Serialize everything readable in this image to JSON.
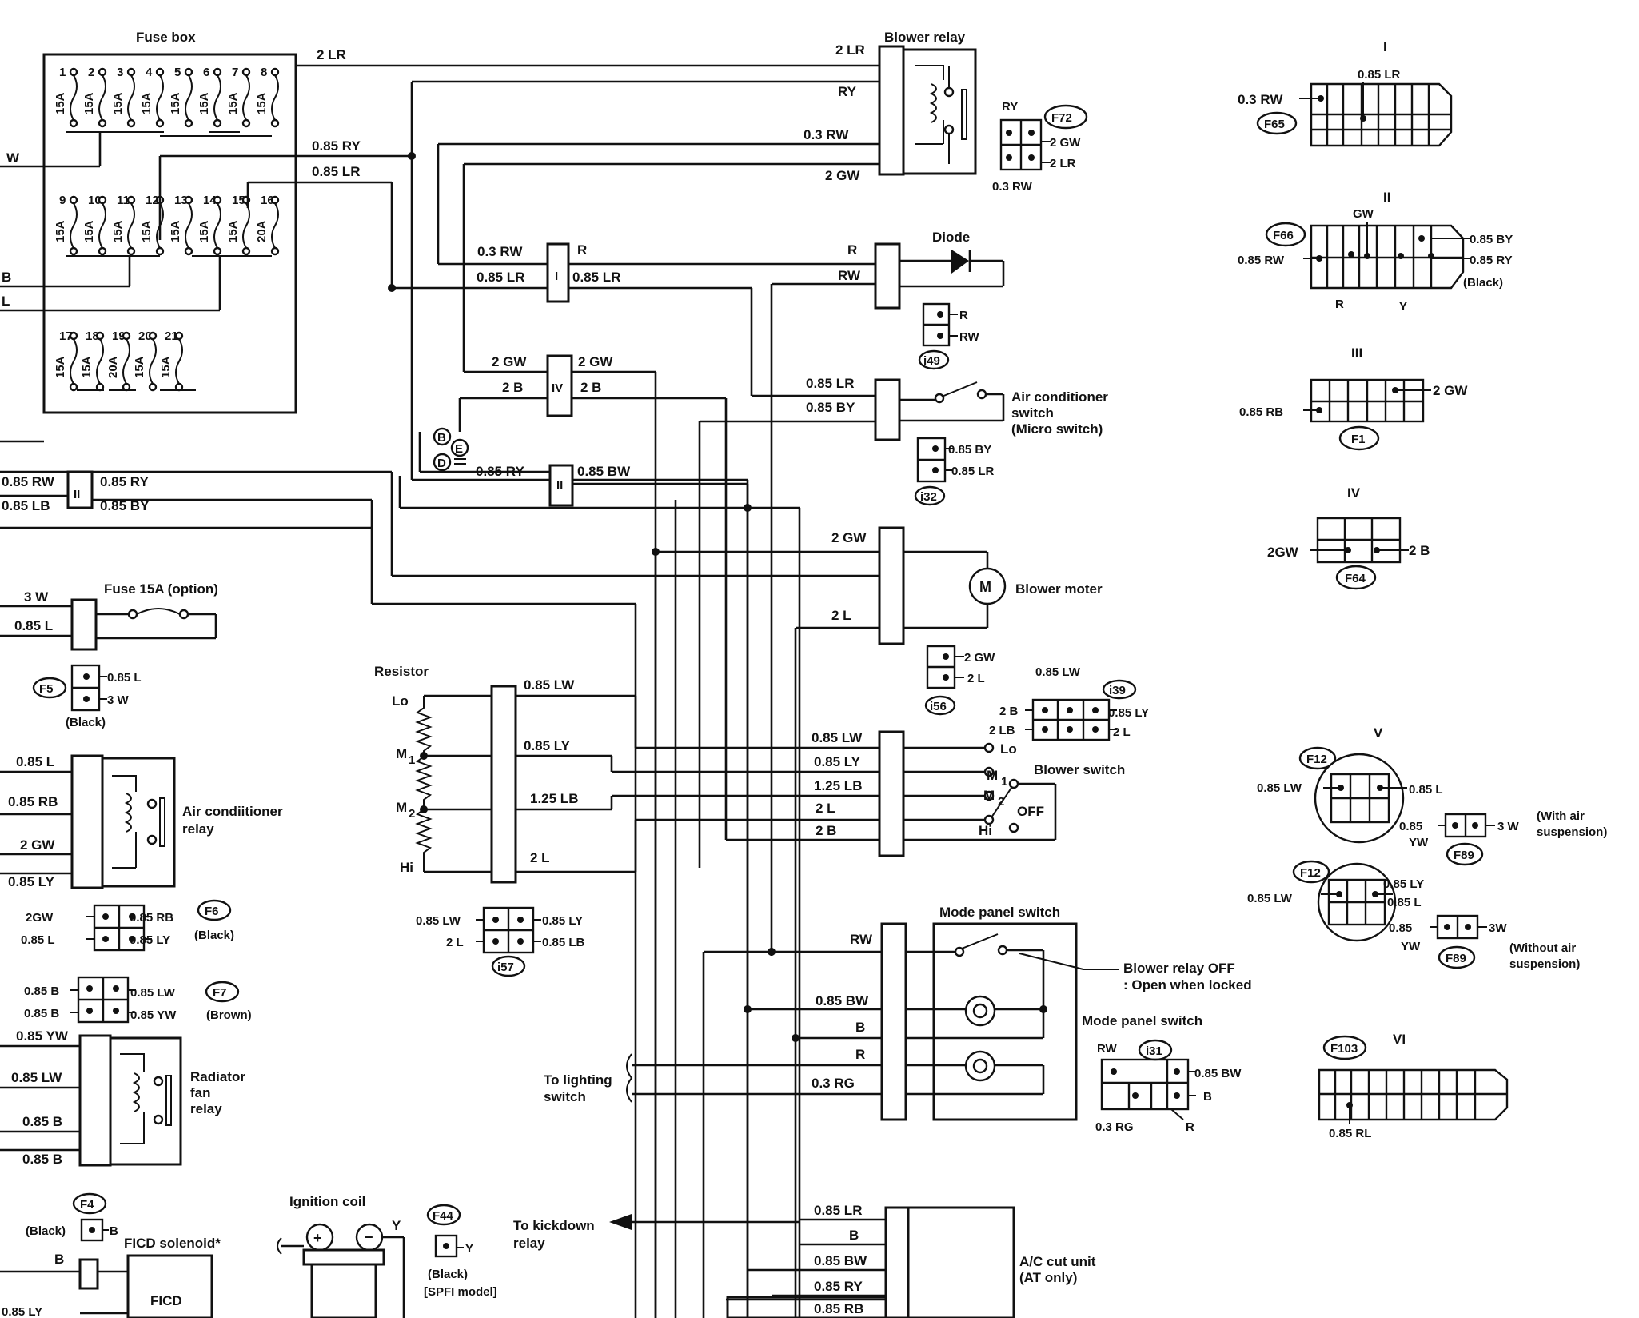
{
  "components": {
    "fuse_box": "Fuse box",
    "blower_relay": "Blower relay",
    "diode": "Diode",
    "ac_switch": [
      "Air conditioner",
      "switch",
      "(Micro switch)"
    ],
    "blower_motor": "Blower moter",
    "resistor": "Resistor",
    "blower_switch": "Blower switch",
    "mode_panel_switch": "Mode panel switch",
    "mode_panel_switch_2": "Mode panel switch",
    "blower_relay_note": [
      "Blower relay OFF",
      ": Open when locked"
    ],
    "fuse_option": "Fuse 15A (option)",
    "ac_relay": [
      "Air condiitioner",
      "relay"
    ],
    "radiator_fan_relay": [
      "Radiator",
      "fan",
      "relay"
    ],
    "ignition_coil": "Ignition coil",
    "ficd_solenoid": "FICD solenoid*",
    "ficd": "FICD",
    "to_kickdown": [
      "To kickdown",
      "relay"
    ],
    "to_lighting": [
      "To lighting",
      "switch"
    ],
    "ac_cut_unit": [
      "A/C cut unit",
      "(AT only)"
    ],
    "black": "(Black)",
    "brown": "(Brown)",
    "spfi": "[SPFI model]",
    "with_air": [
      "(With air",
      "suspension)"
    ],
    "without_air": [
      "(Without air",
      "suspension)"
    ]
  },
  "fuses": [
    {
      "n": "1",
      "a": "15A"
    },
    {
      "n": "2",
      "a": "15A"
    },
    {
      "n": "3",
      "a": "15A"
    },
    {
      "n": "4",
      "a": "15A"
    },
    {
      "n": "5",
      "a": "15A"
    },
    {
      "n": "6",
      "a": "15A"
    },
    {
      "n": "7",
      "a": "15A"
    },
    {
      "n": "8",
      "a": "15A"
    },
    {
      "n": "9",
      "a": "15A"
    },
    {
      "n": "10",
      "a": "15A"
    },
    {
      "n": "11",
      "a": "15A"
    },
    {
      "n": "12",
      "a": "15A"
    },
    {
      "n": "13",
      "a": "15A"
    },
    {
      "n": "14",
      "a": "15A"
    },
    {
      "n": "15",
      "a": "15A"
    },
    {
      "n": "16",
      "a": "20A"
    },
    {
      "n": "17",
      "a": "15A"
    },
    {
      "n": "18",
      "a": "15A"
    },
    {
      "n": "19",
      "a": "20A"
    },
    {
      "n": "20",
      "a": "15A"
    },
    {
      "n": "21",
      "a": "15A"
    }
  ],
  "wire_labels": {
    "lr2_top": "2  LR",
    "lr2_relay": "2  LR",
    "ry_relay": "RY",
    "rw03_relay": "0.3  RW",
    "gw2_relay": "2  GW",
    "ry085_fb": "0.85  RY",
    "lr085_fb": "0.85  LR",
    "w_left": "W",
    "b_left": "B",
    "l_left": "L",
    "rw03_j1": "0.3  RW",
    "r_j1": "R",
    "lr085_j1a": "0.85  LR",
    "lr085_j1b": "0.85  LR",
    "r_diode": "R",
    "rw_diode": "RW",
    "gw2_j4a": "2  GW",
    "gw2_j4b": "2  GW",
    "b2_j4a": "2  B",
    "b2_j4b": "2  B",
    "lr085_acs": "0.85 LR",
    "by085_acs": "0.85 BY",
    "ry085_j2": "0.85  RY",
    "bw085_j2": "0.85  BW",
    "rw085_left": "0.85 RW",
    "ry085_left": "0.85 RY",
    "lb085_left": "0.85  LB",
    "by085_left": "0.85 BY",
    "gw2_motor": "2  GW",
    "l2_motor": "2  L",
    "w3_fuse": "3 W",
    "l085_fuse": "0.85 L",
    "lw085_res": "0.85  LW",
    "ly085_res": "0.85  LY",
    "lb125_res": "1.25 LB",
    "l2_res": "2  L",
    "lw085_bs": "0.85 LW",
    "ly085_bs": "0.85 LY",
    "lb125_bs": "1.25 LB",
    "l2_bs": "2  L",
    "b2_bs": "2  B",
    "rw_mps": "RW",
    "bw085_mps": "0.85 BW",
    "b_mps": "B",
    "r_mps": "R",
    "rg03_mps": "0.3 RG",
    "lr085_cut": "0.85 LR",
    "b_cut": "B",
    "bw085_cut": "0.85 BW",
    "ry085_cut": "0.85 RY",
    "rb085_cut": "0.85 RB",
    "l085_acr": "0.85 L",
    "rb085_acr": "0.85  RB",
    "gw2_acr": "2  GW",
    "ly085_acr": "0.85 LY",
    "yw085_rad": "0.85 YW",
    "lw085_rad": "0.85 LW",
    "b085_rad1": "0.85 B",
    "b085_rad2": "0.85 B",
    "y_coil": "Y",
    "b_ficd": "B",
    "ly085_bottom": "0.85 LY"
  },
  "junctions": {
    "j1": "I",
    "j2": "II",
    "j4": "IV",
    "j2left": "II"
  },
  "resistor_taps": {
    "lo": "Lo",
    "m1": "M",
    "m2": "M",
    "hi": "Hi",
    "sub1": "1",
    "sub2": "2"
  },
  "blower_switch_pos": {
    "lo": "Lo",
    "m1": "M",
    "m2": "M",
    "hi": "Hi",
    "off": "OFF",
    "sub1": "1",
    "sub2": "2"
  },
  "connectors": {
    "F72": {
      "id": "F72",
      "ry": "RY",
      "gw": "2 GW",
      "lr": "2 LR",
      "rw": "0.3  RW"
    },
    "i49": {
      "id": "i49",
      "r": "R",
      "rw": "RW"
    },
    "i32": {
      "id": "i32",
      "by": "0.85 BY",
      "lr": "0.85 LR"
    },
    "i56": {
      "id": "i56",
      "gw": "2 GW",
      "l": "2  L"
    },
    "i39": {
      "id": "i39",
      "lw": "0.85 LW",
      "b": "2 B",
      "ly": "0.85 LY",
      "lb": "2 LB",
      "l": "2  L"
    },
    "i57": {
      "id": "i57",
      "lw": "0.85  LW",
      "ly": "0.85  LY",
      "l": "2  L",
      "lb": "0.85  LB"
    },
    "i31": {
      "id": "i31",
      "rw": "RW",
      "bw": "0.85 BW",
      "b": "B",
      "rg": "0.3 RG",
      "r": "R"
    },
    "F5": {
      "id": "F5",
      "l": "0.85 L",
      "w": "3 W"
    },
    "F6": {
      "id": "F6",
      "gw": "2GW",
      "rb": "0.85 RB",
      "l": "0.85 L",
      "ly": "0.85 LY"
    },
    "F7": {
      "id": "F7",
      "b1": "0.85 B",
      "lw": "0.85  LW",
      "b2": "0.85 B",
      "yw": "0.85  YW"
    },
    "F4": {
      "id": "F4",
      "b": "B"
    },
    "F44": {
      "id": "F44",
      "y": "Y"
    },
    "BED": {
      "b": "B",
      "e": "E",
      "d": "D"
    }
  },
  "right_connectors": {
    "I": {
      "num": "I",
      "id": "F65",
      "rw": "0.3  RW",
      "lr": "0.85 LR"
    },
    "II": {
      "num": "II",
      "id": "F66",
      "gw": "GW",
      "by": "0.85 BY",
      "rw": "0.85 RW",
      "ry": "0.85 RY",
      "black": "(Black)",
      "r": "R",
      "y": "Y"
    },
    "III": {
      "num": "III",
      "id": "F1",
      "rb": "0.85 RB",
      "gw": "2 GW"
    },
    "IV": {
      "num": "IV",
      "id": "F64",
      "gw": "2GW",
      "b": "2 B"
    },
    "V": {
      "num": "V",
      "id": "F12",
      "lw": "0.85 LW",
      "l": "0.85 L",
      "yw_top": "0.85",
      "yw_bot": "YW",
      "w3": "3 W",
      "id2": "F89"
    },
    "V2": {
      "id": "F12",
      "lw": "0.85 LW",
      "ly": "0.85 LY",
      "l": "0.85 L",
      "yw_top": "0.85",
      "yw_bot": "YW",
      "w3": "3W",
      "id2": "F89"
    },
    "VI": {
      "num": "VI",
      "id": "F103",
      "rl": "0.85  RL"
    }
  }
}
